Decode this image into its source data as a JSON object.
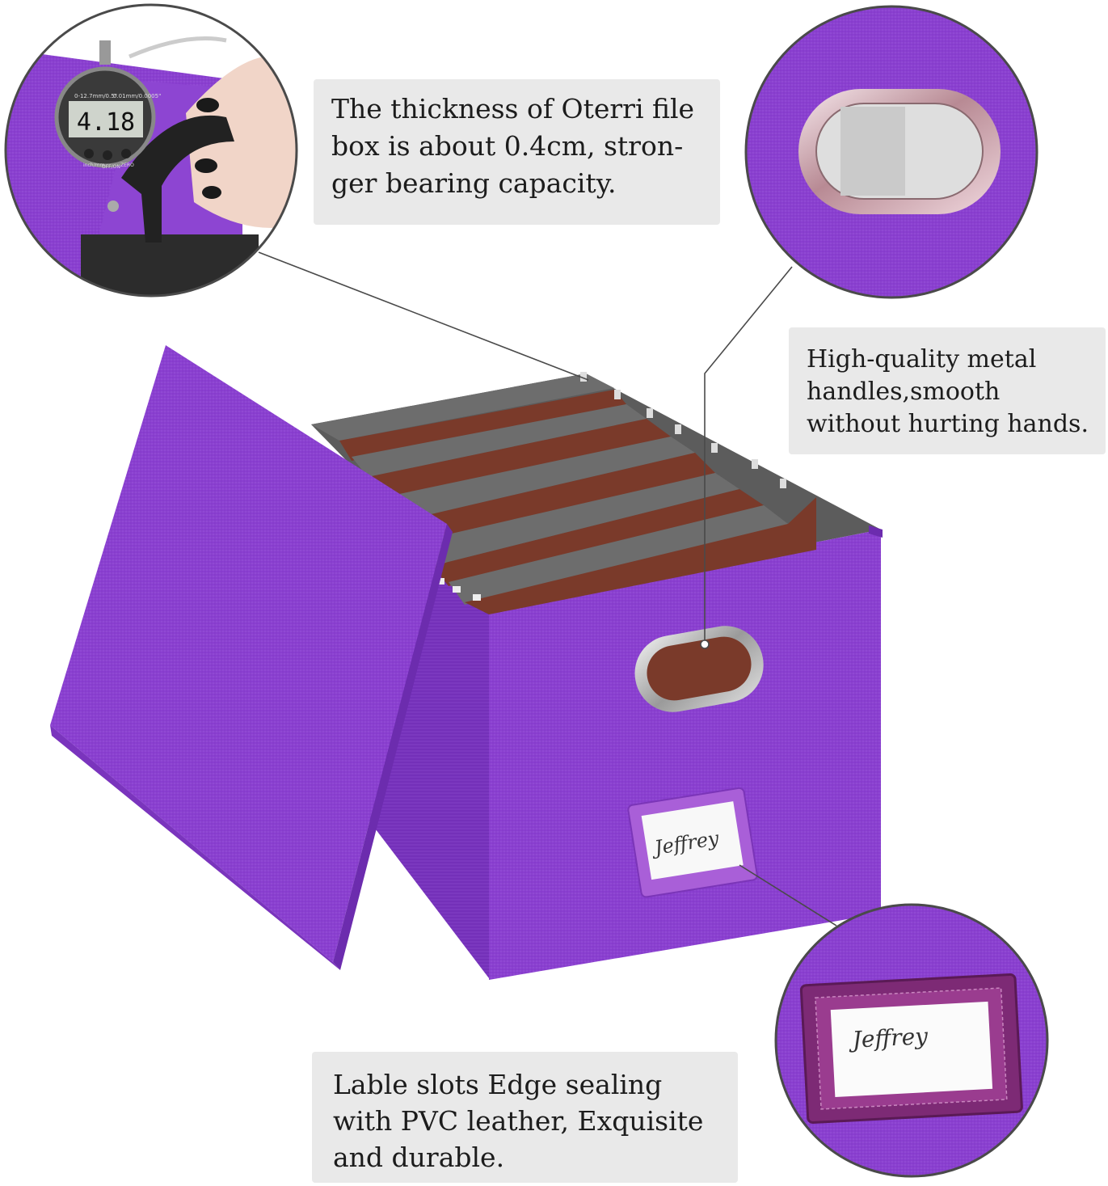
{
  "callouts": {
    "thickness": {
      "lines": [
        "The thickness of Oterri file",
        "box is about 0.4cm, stron-",
        "ger bearing capacity."
      ]
    },
    "handles": {
      "lines": [
        "High-quality metal",
        "handles,smooth",
        "without hurting hands."
      ]
    },
    "label_slot": {
      "lines": [
        "Lable slots Edge sealing",
        "with PVC leather, Exquisite",
        "and durable."
      ]
    }
  },
  "gauge": {
    "reading": "4.18",
    "range_text": "0-12.7mm/0.5\"",
    "resolution_text": "0.01mm/0.0005\"",
    "buttons": [
      "inch/mm",
      "OFF/ON",
      "ZERO"
    ]
  },
  "label_card": {
    "name": "Jeffrey"
  },
  "colors": {
    "box_purple": "#8a3fd0",
    "box_purple_dark": "#6c2cae",
    "folder_brown": "#7a3a2a",
    "folder_gray": "#6a6a6a",
    "callout_bg": "#e9e9e9",
    "leader_line": "#4a4a4a"
  }
}
